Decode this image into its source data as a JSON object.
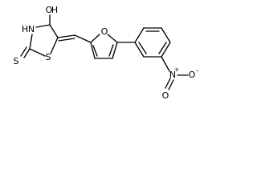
{
  "molecule": {
    "atoms": {
      "oh_o": "O",
      "oh_h": "H",
      "ring_n": "N",
      "ring_nh": "H",
      "ring_s": "S",
      "thione_s": "S",
      "furan_o": "O",
      "nitro_n": "N",
      "nitro_plus": "+",
      "nitro_o1": "O",
      "nitro_o2": "O",
      "nitro_minus": "-"
    }
  }
}
